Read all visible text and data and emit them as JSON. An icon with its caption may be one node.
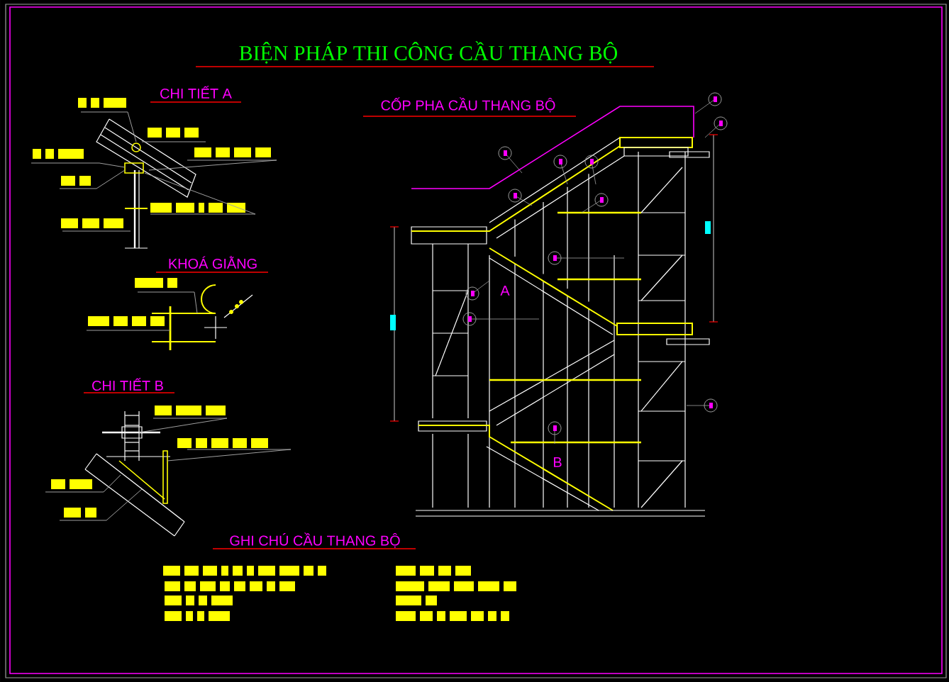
{
  "diagram": {
    "title": "BIỆN PHÁP THI CÔNG CẦU THANG BỘ",
    "labels": [
      "CHI TIẾT A",
      "CỐP PHA CẦU THANG BỘ",
      "KHOÁ GIẰNG",
      "A",
      "CHI TIẾT B",
      "B",
      "GHI CHÚ CẦU THANG BỘ"
    ]
  }
}
